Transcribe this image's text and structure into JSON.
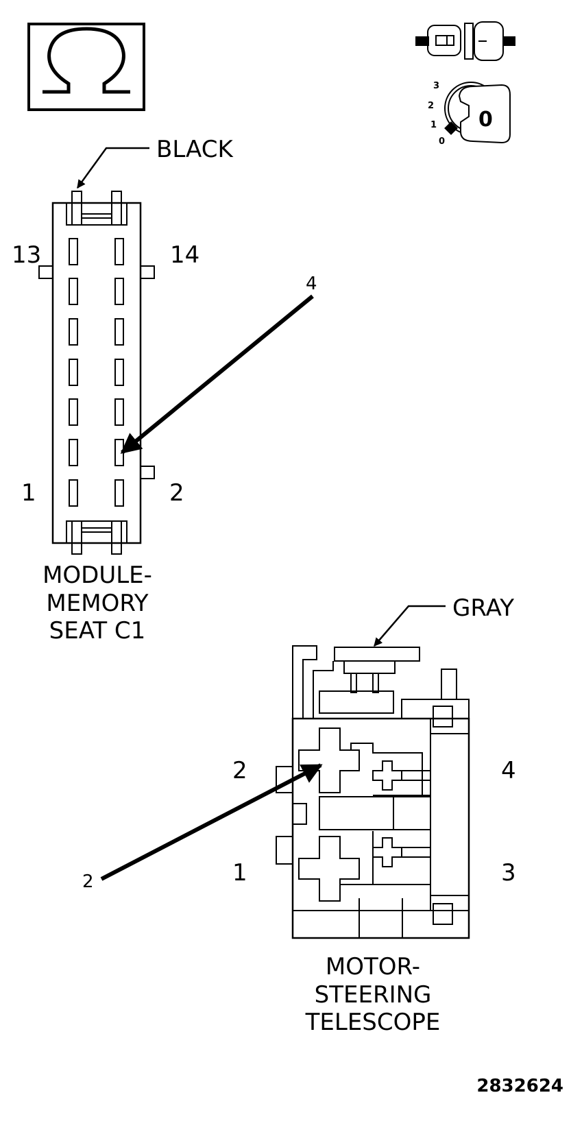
{
  "icons": {
    "ohm": "ohm-meter-icon",
    "connector": "connector-disconnected-icon",
    "ignition": "ignition-key-off-icon",
    "ignition_positions": [
      "3",
      "2",
      "1",
      "0"
    ],
    "ignition_key_label": "0"
  },
  "connector_c1": {
    "color_label": "BLACK",
    "pin_labels": {
      "top_left": "13",
      "top_right": "14",
      "bottom_left": "1",
      "bottom_right": "2"
    },
    "callout_label": "4",
    "title_lines": [
      "MODULE-",
      "MEMORY",
      "SEAT C1"
    ]
  },
  "motor_connector": {
    "color_label": "GRAY",
    "pin_labels": {
      "upper_left": "2",
      "upper_right": "4",
      "lower_left": "1",
      "lower_right": "3"
    },
    "callout_label": "2",
    "title_lines": [
      "MOTOR-",
      "STEERING",
      "TELESCOPE"
    ]
  },
  "figure_id": "2832624"
}
